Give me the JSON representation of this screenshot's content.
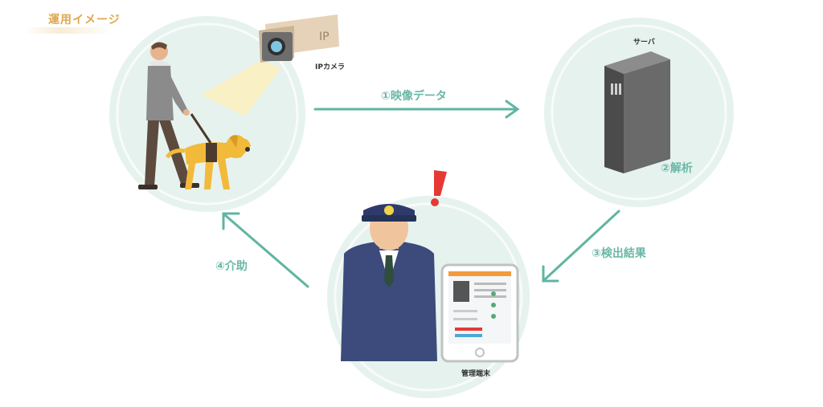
{
  "title": "運用イメージ",
  "labels": {
    "camera": "IPカメラ",
    "camera_mark": "IP",
    "server": "サーバ",
    "terminal": "管理端末",
    "step1": "①映像データ",
    "step2": "②解析",
    "step3": "③検出結果",
    "step4": "④介助"
  },
  "colors": {
    "accent": "#6ab8a6",
    "circle": "#e6f2ee",
    "title": "#e0a84c",
    "alert": "#e53935"
  },
  "icons": [
    "walking-person-icon",
    "guide-dog-icon",
    "ip-camera-icon",
    "server-icon",
    "security-guard-icon",
    "tablet-icon",
    "alert-exclamation-icon",
    "arrow-icon"
  ]
}
